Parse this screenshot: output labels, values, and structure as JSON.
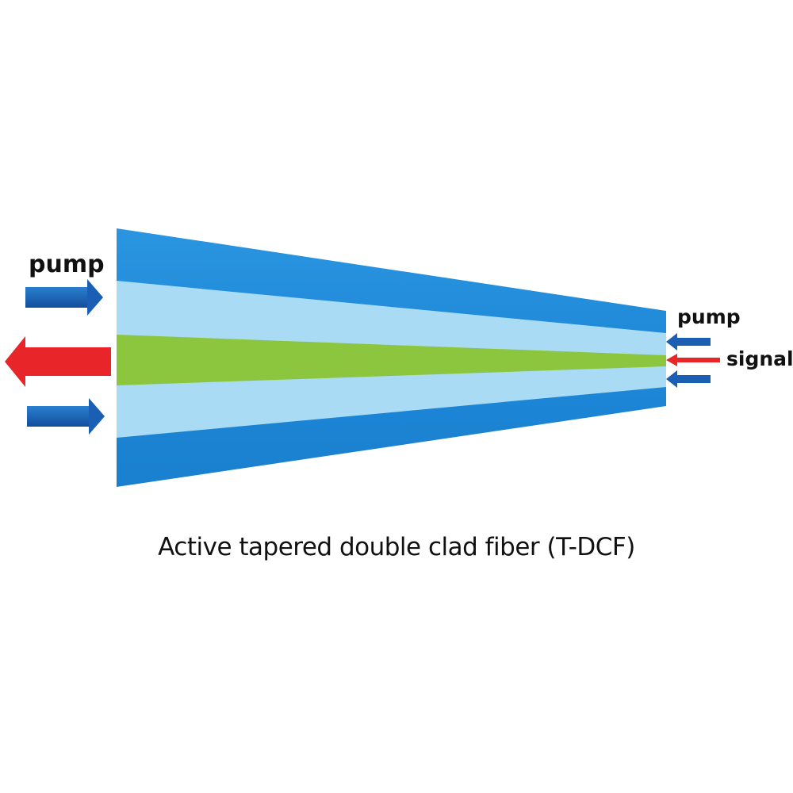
{
  "labels": {
    "pump_left": "pump",
    "pump_right": "pump",
    "signal_right": "signal"
  },
  "caption": "Active tapered double clad fiber (T-DCF)",
  "colors": {
    "outer_cladding": "#1e88d8",
    "inner_cladding": "#a9dcf4",
    "core": "#8cc63f",
    "pump_arrow": "#1a5fb4",
    "signal_arrow": "#e8262a"
  }
}
